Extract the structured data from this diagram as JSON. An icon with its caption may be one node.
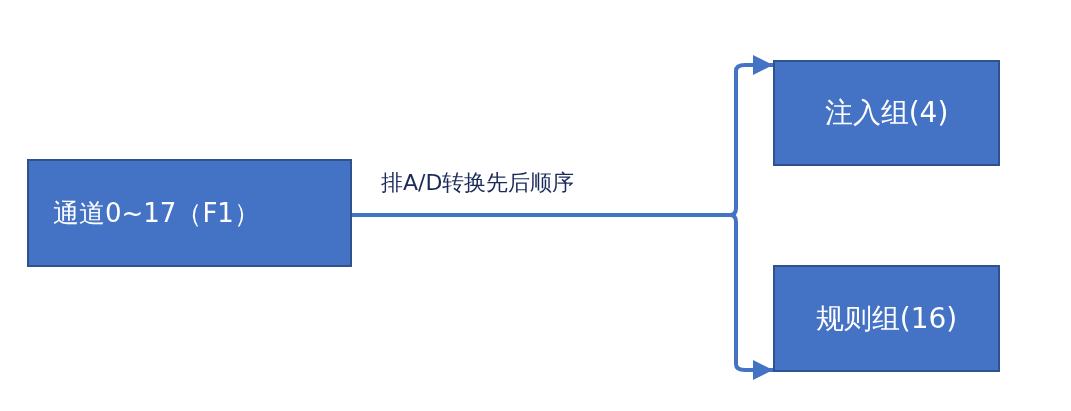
{
  "diagram": {
    "nodes": [
      {
        "text": [
          "通道0~17（F1）"
        ]
      },
      {
        "text": [
          "注入组(4)"
        ]
      },
      {
        "text": [
          "规则组(16)"
        ]
      }
    ],
    "edges": [
      {
        "from": 0,
        "to": 1,
        "arrow": "to",
        "label": "排A/D转换先后顺序"
      },
      {
        "from": 0,
        "to": 2,
        "arrow": "to"
      }
    ]
  }
}
